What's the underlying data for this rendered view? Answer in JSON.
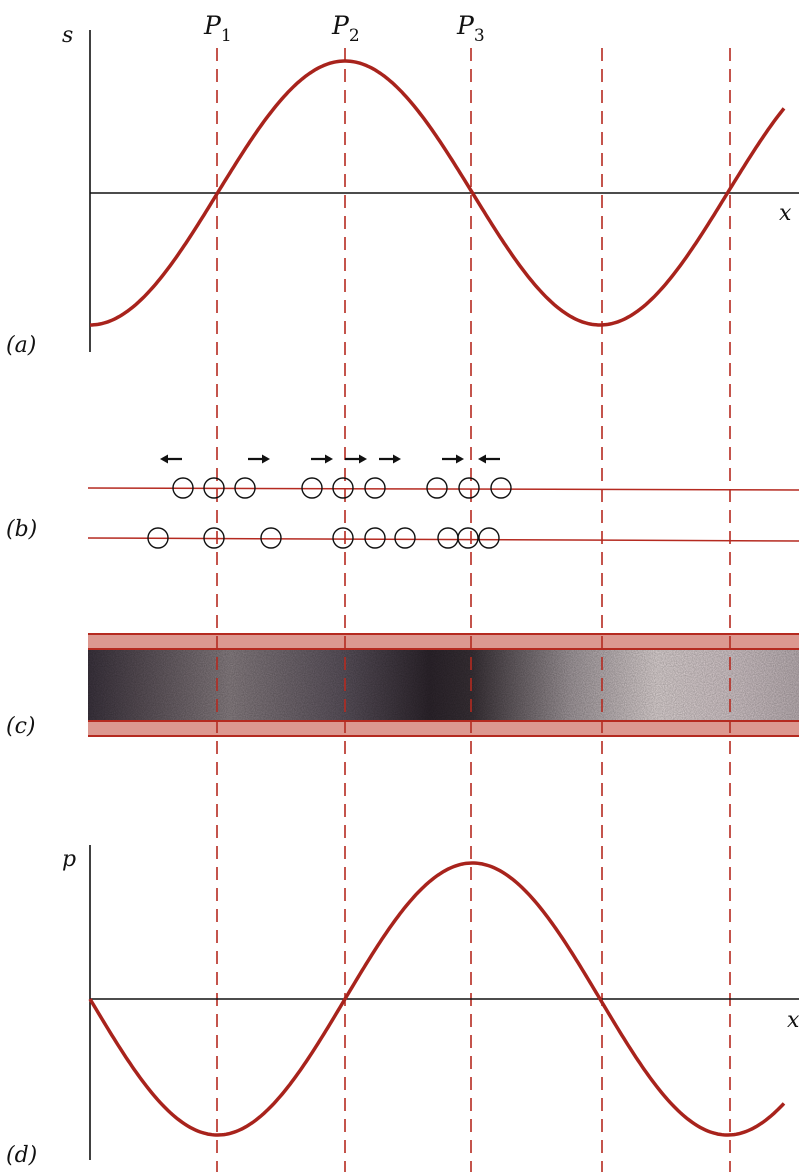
{
  "labels": {
    "panel_a": "(a)",
    "panel_b": "(b)",
    "panel_c": "(c)",
    "panel_d": "(d)",
    "axis_s": "s",
    "axis_x_top": "x",
    "axis_p": "p",
    "axis_x_bottom": "x"
  },
  "markers": [
    {
      "letter": "P",
      "sub": "1"
    },
    {
      "letter": "P",
      "sub": "2"
    },
    {
      "letter": "P",
      "sub": "3"
    }
  ],
  "colors": {
    "curve": "#a8231c",
    "dashed": "#b52a20",
    "axis": "#111111",
    "tube_band": "#d88a82",
    "tube_edge": "#b52a20",
    "tube_dark": "#241c24"
  },
  "curves": {
    "displacement": "-cos",
    "pressure": "-sin"
  },
  "particle_rows": {
    "top_displacement_arrows": [
      "left",
      "right",
      "right",
      "right",
      "right",
      "right",
      "left"
    ]
  }
}
